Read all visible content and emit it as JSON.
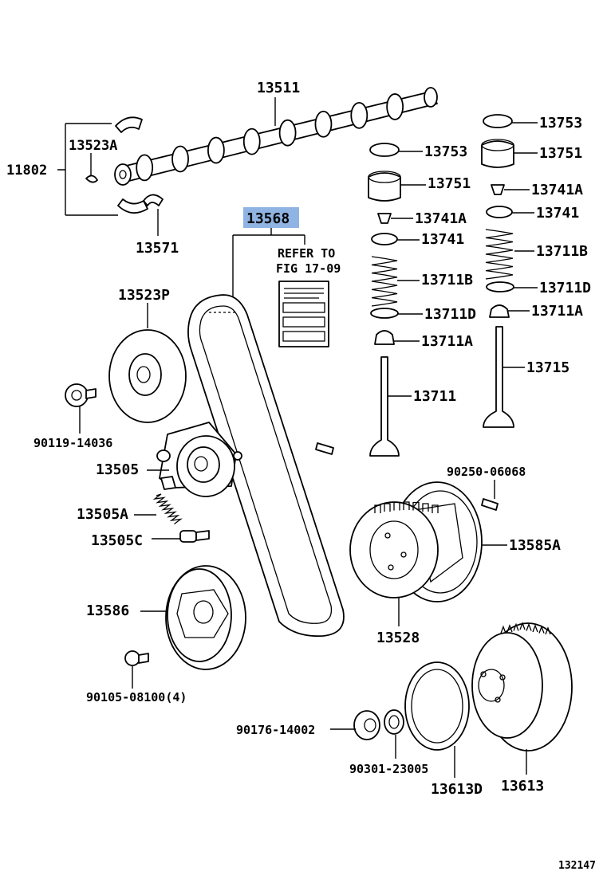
{
  "parts": {
    "p13511": "13511",
    "p11802": "11802",
    "p13523A": "13523A",
    "p13571": "13571",
    "p13568": "13568",
    "p13523P": "13523P",
    "p90119": "90119-14036",
    "p13505": "13505",
    "p13505A": "13505A",
    "p13505C": "13505C",
    "p13586": "13586",
    "p90105": "90105-08100(4)",
    "p13753a": "13753",
    "p13753b": "13753",
    "p13751a": "13751",
    "p13751b": "13751",
    "p13741Aa": "13741A",
    "p13741Ab": "13741A",
    "p13741a": "13741",
    "p13741b": "13741",
    "p13711Ba": "13711B",
    "p13711Bb": "13711B",
    "p13711Da": "13711D",
    "p13711Db": "13711D",
    "p13711Aa": "13711A",
    "p13711Ab": "13711A",
    "p13715": "13715",
    "p13711": "13711",
    "p90250": "90250-06068",
    "p13585A": "13585A",
    "p13528": "13528",
    "p90176": "90176-14002",
    "p90301": "90301-23005",
    "p13613D": "13613D",
    "p13613": "13613"
  },
  "refer": {
    "line1": "REFER TO",
    "line2": "FIG 17-09"
  },
  "highlight_color": "#8fb4e3",
  "figure_number": "132147"
}
